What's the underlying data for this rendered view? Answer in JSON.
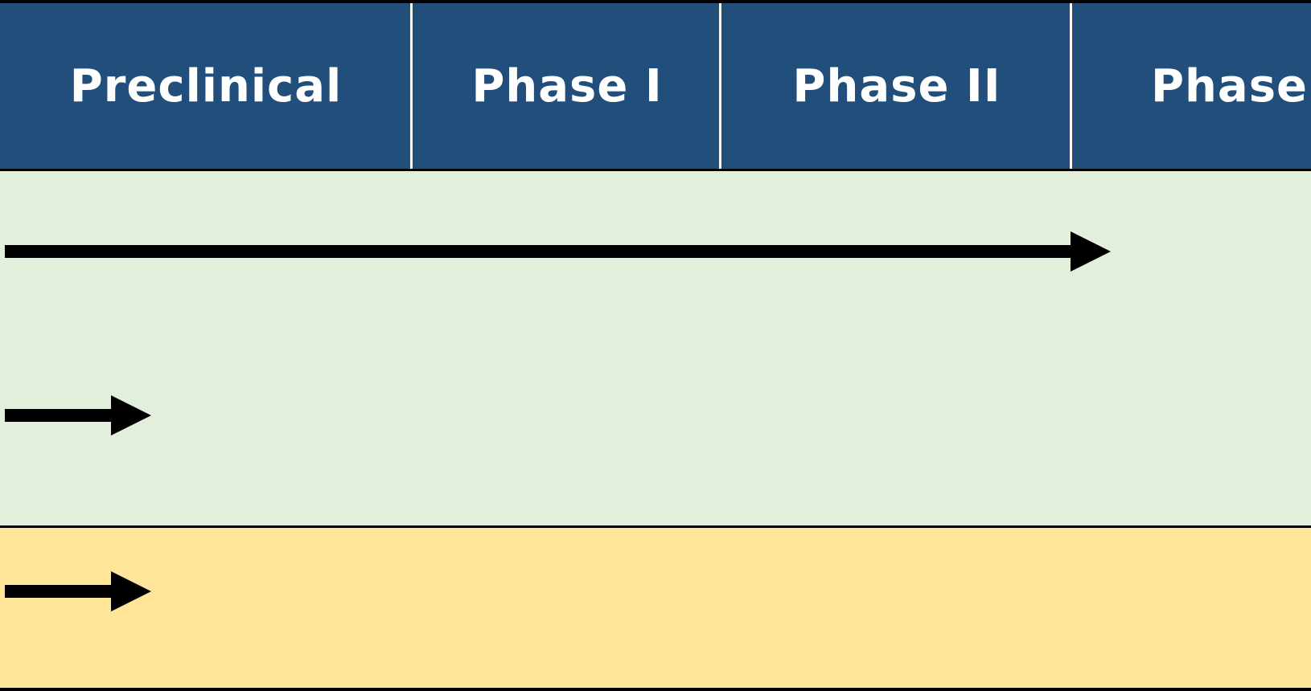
{
  "header": {
    "phases": [
      {
        "label": "Preclinical"
      },
      {
        "label": "Phase I"
      },
      {
        "label": "Phase II"
      },
      {
        "label": "Phase III"
      }
    ]
  },
  "colors": {
    "header_bg": "#214e7a",
    "header_text": "#ffffff",
    "band_green": "#e2efda",
    "band_yellow": "#ffe599",
    "arrow": "#000000"
  },
  "arrows": [
    {
      "band": "green",
      "reaches_phase": "Phase II"
    },
    {
      "band": "green",
      "reaches_phase": "Preclinical"
    },
    {
      "band": "yellow",
      "reaches_phase": "Preclinical"
    }
  ]
}
